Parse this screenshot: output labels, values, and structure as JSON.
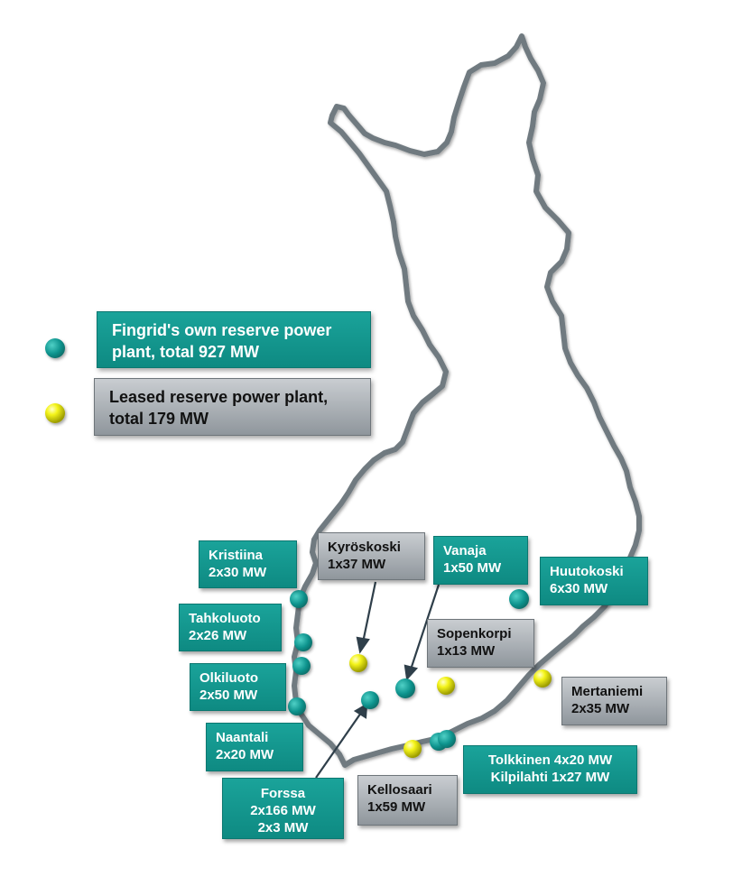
{
  "colors": {
    "own": "#119690",
    "leased": "#e8e800",
    "outline": "#6f7a80"
  },
  "legend": {
    "own_line1": "Fingrid's own reserve power",
    "own_line2": "plant, total 927 MW",
    "leased_line1": "Leased reserve power plant,",
    "leased_line2": "total 179 MW"
  },
  "plants": {
    "kristiina": {
      "name": "Kristiina",
      "capacity": "2x30 MW",
      "type": "own"
    },
    "tahkoluoto": {
      "name": "Tahkoluoto",
      "capacity": "2x26 MW",
      "type": "own"
    },
    "olkiluoto": {
      "name": "Olkiluoto",
      "capacity": "2x50 MW",
      "type": "own"
    },
    "naantali": {
      "name": "Naantali",
      "capacity": "2x20 MW",
      "type": "own"
    },
    "forssa": {
      "name": "Forssa",
      "capacity1": "2x166 MW",
      "capacity2": "2x3 MW",
      "type": "own"
    },
    "kyroskoski": {
      "name": "Kyröskoski",
      "capacity": "1x37 MW",
      "type": "leased"
    },
    "vanaja": {
      "name": "Vanaja",
      "capacity": "1x50 MW",
      "type": "own"
    },
    "sopenkorpi": {
      "name": "Sopenkorpi",
      "capacity": "1x13 MW",
      "type": "leased"
    },
    "huutokoski": {
      "name": "Huutokoski",
      "capacity": "6x30 MW",
      "type": "own"
    },
    "mertaniemi": {
      "name": "Mertaniemi",
      "capacity": "2x35 MW",
      "type": "leased"
    },
    "kellosaari": {
      "name": "Kellosaari",
      "capacity": "1x59 MW",
      "type": "leased"
    },
    "tolkkinen": {
      "name_capacity": "Tolkkinen 4x20 MW",
      "type": "own"
    },
    "kilpilahti": {
      "name_capacity": "Kilpilahti 1x27 MW",
      "type": "own"
    }
  }
}
